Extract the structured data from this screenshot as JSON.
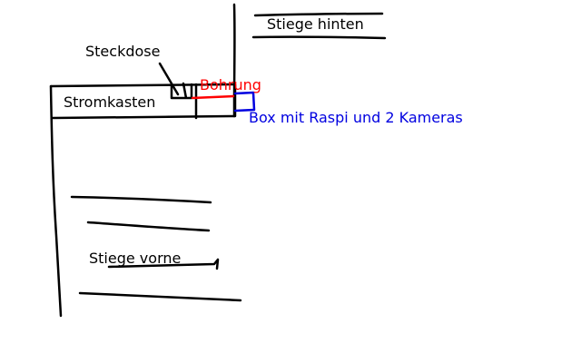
{
  "labels": {
    "stiege_hinten": "Stiege hinten",
    "steckdose": "Steckdose",
    "bohrung": "Bohrung",
    "stromkasten": "Stromkasten",
    "box": "Box mit Raspi und 2 Kameras",
    "stiege_vorne": "Stiege vorne"
  },
  "colors": {
    "ink": "#000000",
    "bohrung": "#ff0000",
    "box": "#0000e0"
  }
}
